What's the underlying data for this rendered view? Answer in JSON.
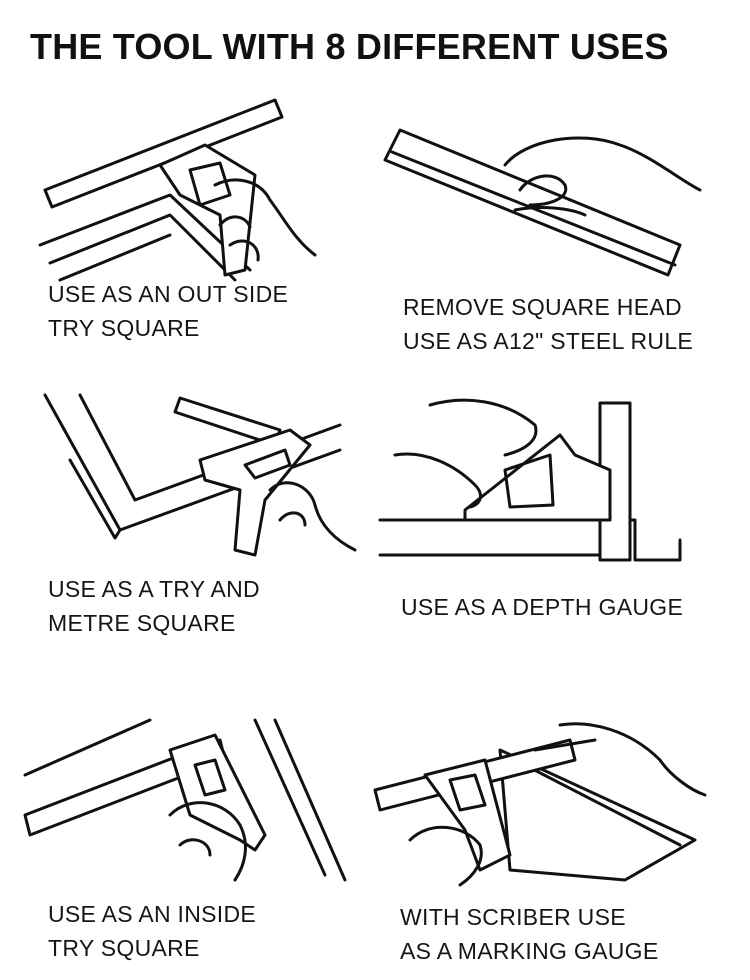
{
  "title": "THE TOOL WITH 8 DIFFERENT USES",
  "panels": [
    {
      "id": "outside-try-square",
      "lines": [
        "USE AS AN OUT SIDE",
        "TRY SQUARE"
      ]
    },
    {
      "id": "steel-rule",
      "lines": [
        "REMOVE SQUARE HEAD",
        "USE AS A12\" STEEL RULE"
      ]
    },
    {
      "id": "try-and-metre-square",
      "lines": [
        "USE AS A TRY AND",
        "METRE SQUARE"
      ]
    },
    {
      "id": "depth-gauge",
      "lines": [
        "USE AS A DEPTH GAUGE"
      ]
    },
    {
      "id": "inside-try-square",
      "lines": [
        "USE AS AN INSIDE",
        "TRY SQUARE"
      ]
    },
    {
      "id": "marking-gauge",
      "lines": [
        "WITH SCRIBER  USE",
        "AS A MARKING GAUGE"
      ]
    }
  ],
  "icons": [
    "combination-square-illustration",
    "hand-illustration",
    "ruler-illustration",
    "workpiece-illustration"
  ]
}
